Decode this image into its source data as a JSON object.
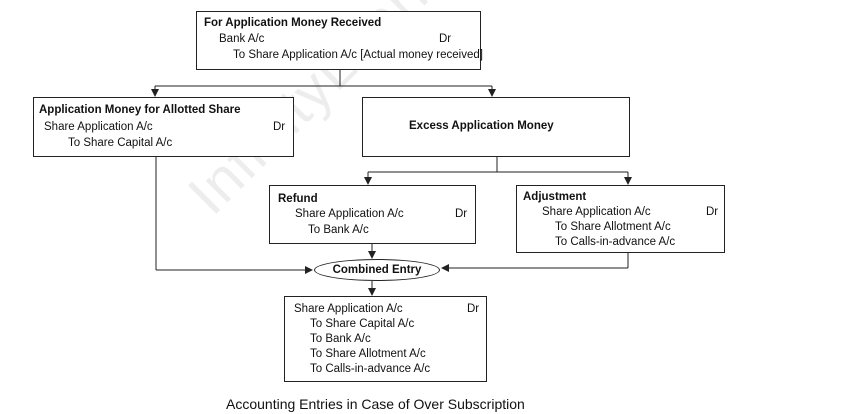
{
  "watermark": "InfinityLearn.com",
  "top": {
    "title": "For Application Money Received",
    "debit": "Bank A/c",
    "dr": "Dr",
    "credit": "To Share Application A/c [Actual money received]"
  },
  "allotted": {
    "title": "Application Money for Allotted Share",
    "debit": "Share Application A/c",
    "dr": "Dr",
    "credit": "To Share Capital A/c"
  },
  "excess": {
    "title": "Excess Application Money"
  },
  "refund": {
    "title": "Refund",
    "debit": "Share Application A/c",
    "dr": "Dr",
    "credit": "To Bank A/c"
  },
  "adjustment": {
    "title": "Adjustment",
    "debit": "Share Application A/c",
    "dr": "Dr",
    "credit1": "To Share Allotment A/c",
    "credit2": "To Calls-in-advance A/c"
  },
  "combined_label": "Combined Entry",
  "combined": {
    "debit": "Share Application A/c",
    "dr": "Dr",
    "credits": [
      "To Share Capital A/c",
      "To Bank A/c",
      "To Share Allotment A/c",
      "To Calls-in-advance A/c"
    ]
  },
  "caption": "Accounting Entries in Case of Over Subscription"
}
